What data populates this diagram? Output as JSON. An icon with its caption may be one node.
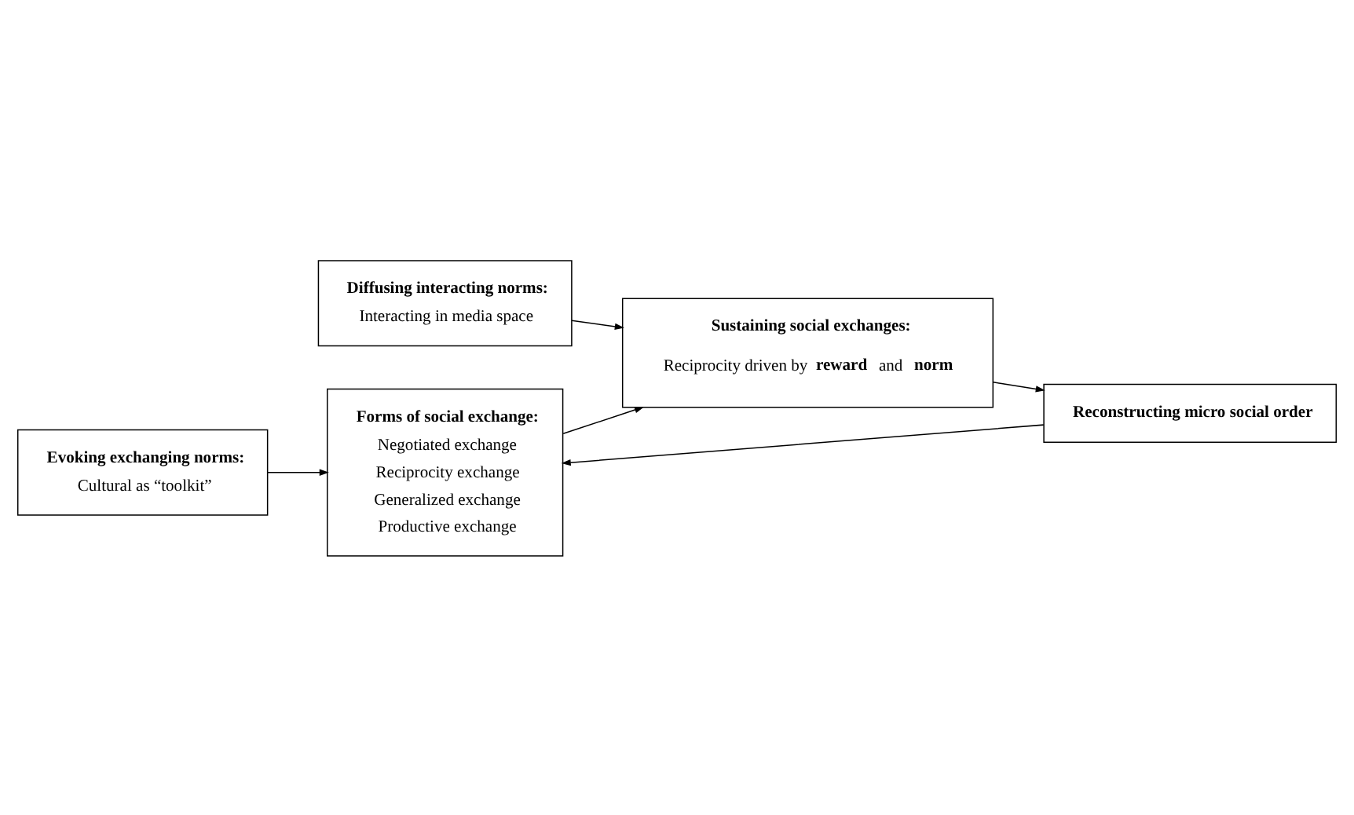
{
  "diagram": {
    "nodes": [
      {
        "text": [
          "Evoking exchanging norms:",
          "Cultural as “toolkit”"
        ]
      },
      {
        "text": [
          "Forms of social exchange:",
          "Negotiated exchange",
          "Reciprocity exchange",
          "Generalized exchange",
          "Productive exchange"
        ]
      },
      {
        "text": [
          "Diffusing interacting norms:",
          "Interacting in media space"
        ]
      },
      {
        "text": [
          "Sustaining social exchanges:",
          "Reciprocity driven by **reward** and **norm**"
        ]
      },
      {
        "text": [
          "Reconstructing micro social order"
        ]
      }
    ],
    "edges": [
      {
        "from": 0,
        "to": 1,
        "arrow": "to"
      },
      {
        "from": 1,
        "to": 3,
        "arrow": "to"
      },
      {
        "from": 2,
        "to": 3,
        "arrow": "to"
      },
      {
        "from": 3,
        "to": 4,
        "arrow": "to"
      },
      {
        "from": 4,
        "to": 1,
        "arrow": "to"
      }
    ]
  }
}
